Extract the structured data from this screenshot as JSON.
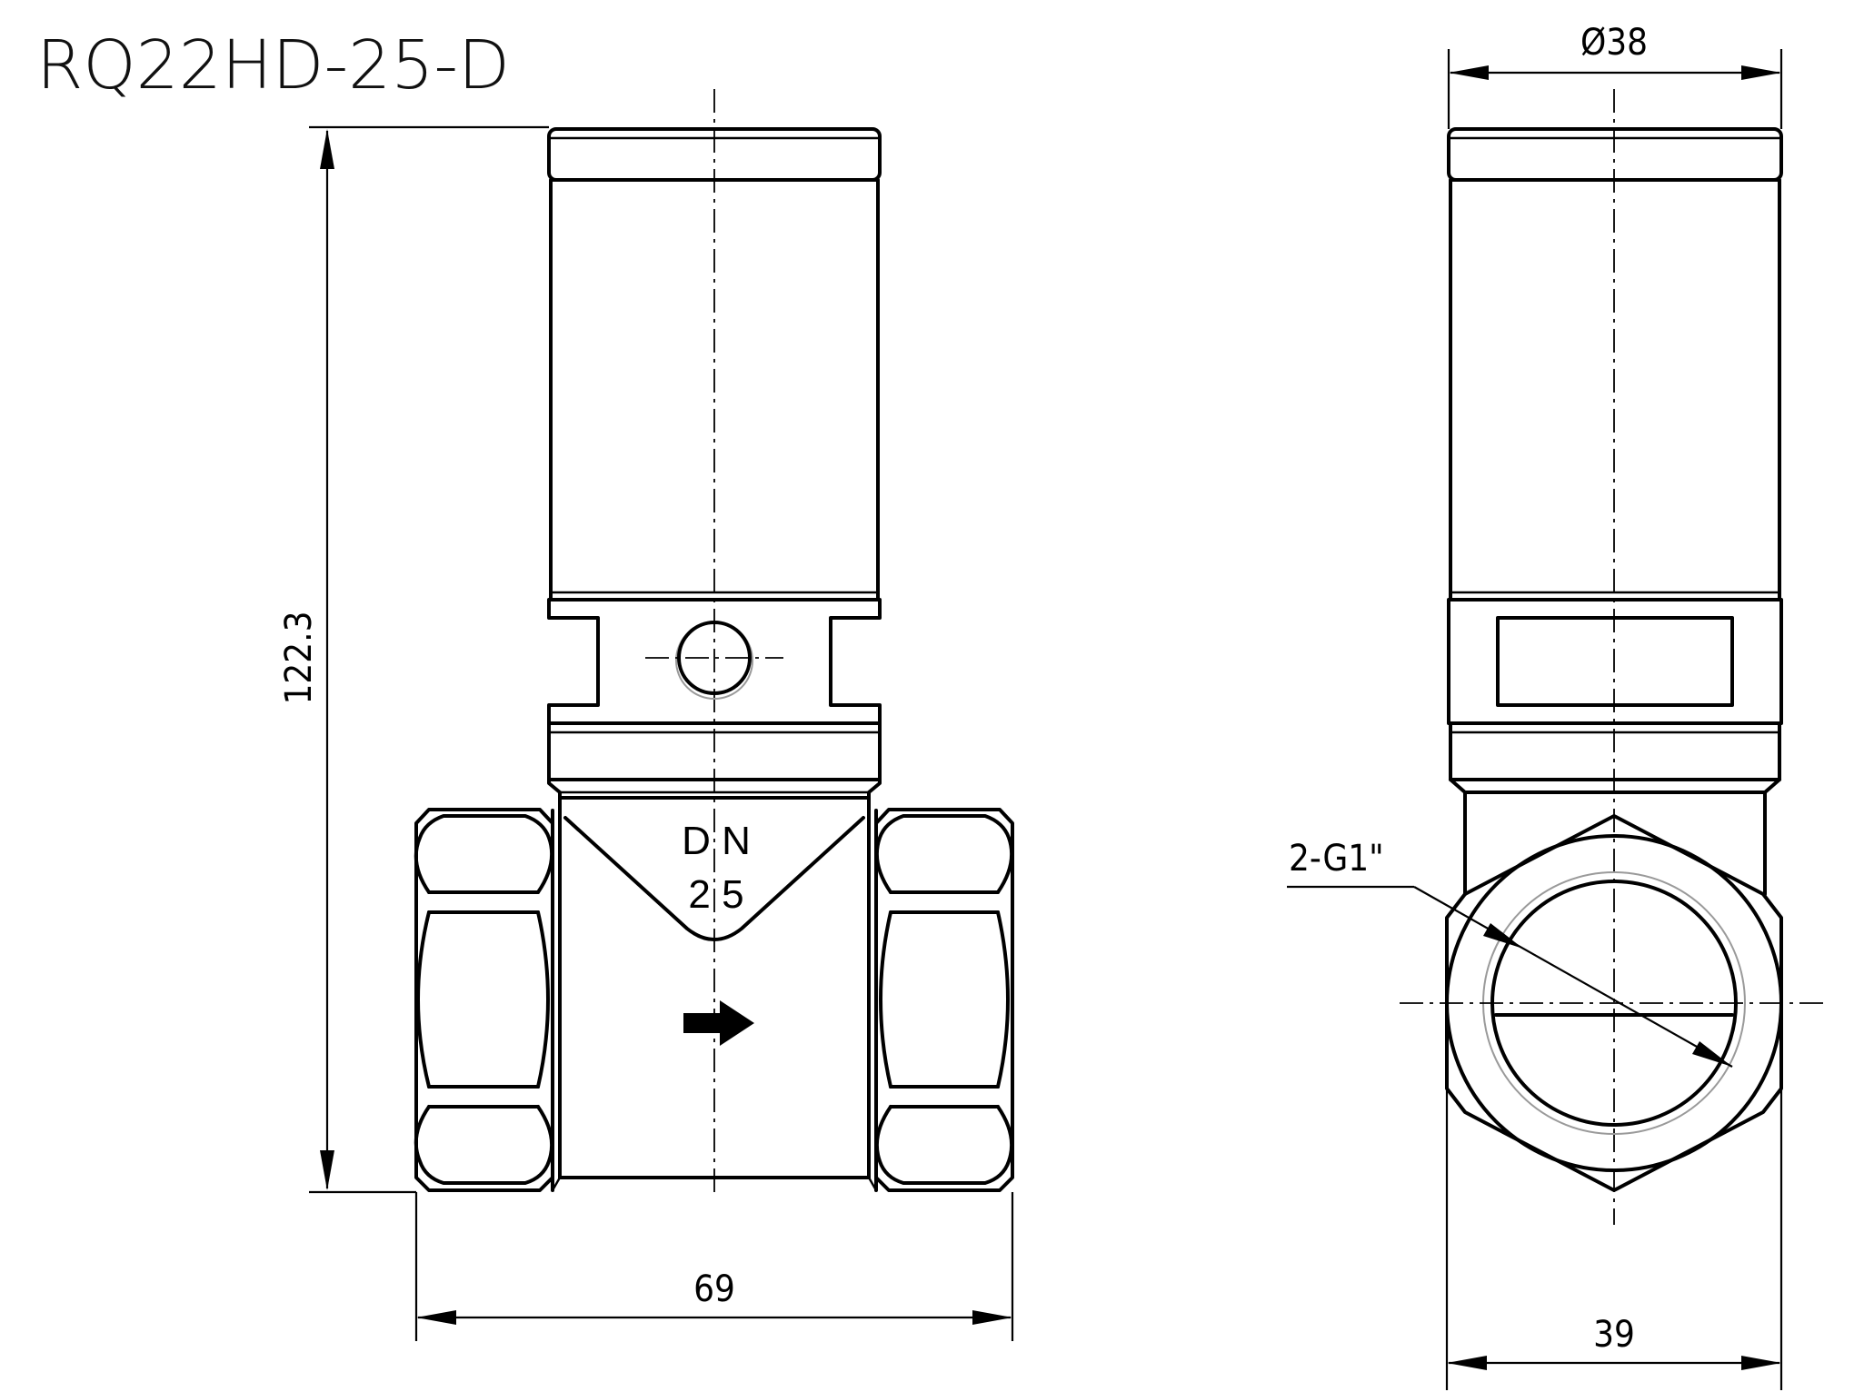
{
  "title": "RQ22HD-25-D",
  "front_view": {
    "body_marking_line1": "D N",
    "body_marking_line2": "2 5",
    "dim_height": "122.3",
    "dim_width": "69"
  },
  "side_view": {
    "dim_diameter": "Ø38",
    "dim_width": "39",
    "thread_callout": "2-G1\""
  },
  "colors": {
    "line": "#000000",
    "background": "#ffffff",
    "thin_circle": "#9a9a9a"
  }
}
